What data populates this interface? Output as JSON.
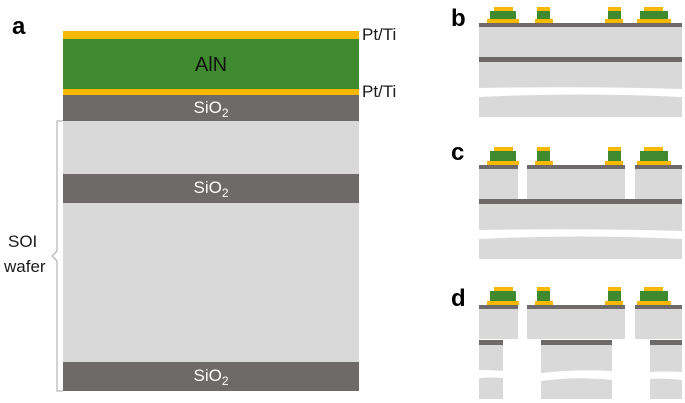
{
  "panels": {
    "a": "a",
    "b": "b",
    "c": "c",
    "d": "d"
  },
  "layers": {
    "pt_ti_top": "Pt/Ti",
    "aln": "AlN",
    "pt_ti_bottom": "Pt/Ti",
    "sio2_base": "SiO",
    "sio2_sub": "2"
  },
  "soi": {
    "line1": "SOI",
    "line2": "wafer"
  },
  "colors": {
    "pt_ti": "#f7b800",
    "aln": "#3f8a2e",
    "oxide": "#6e6a6a",
    "silicon": "#d9d9d9",
    "bracket": "#a6a6a6"
  }
}
